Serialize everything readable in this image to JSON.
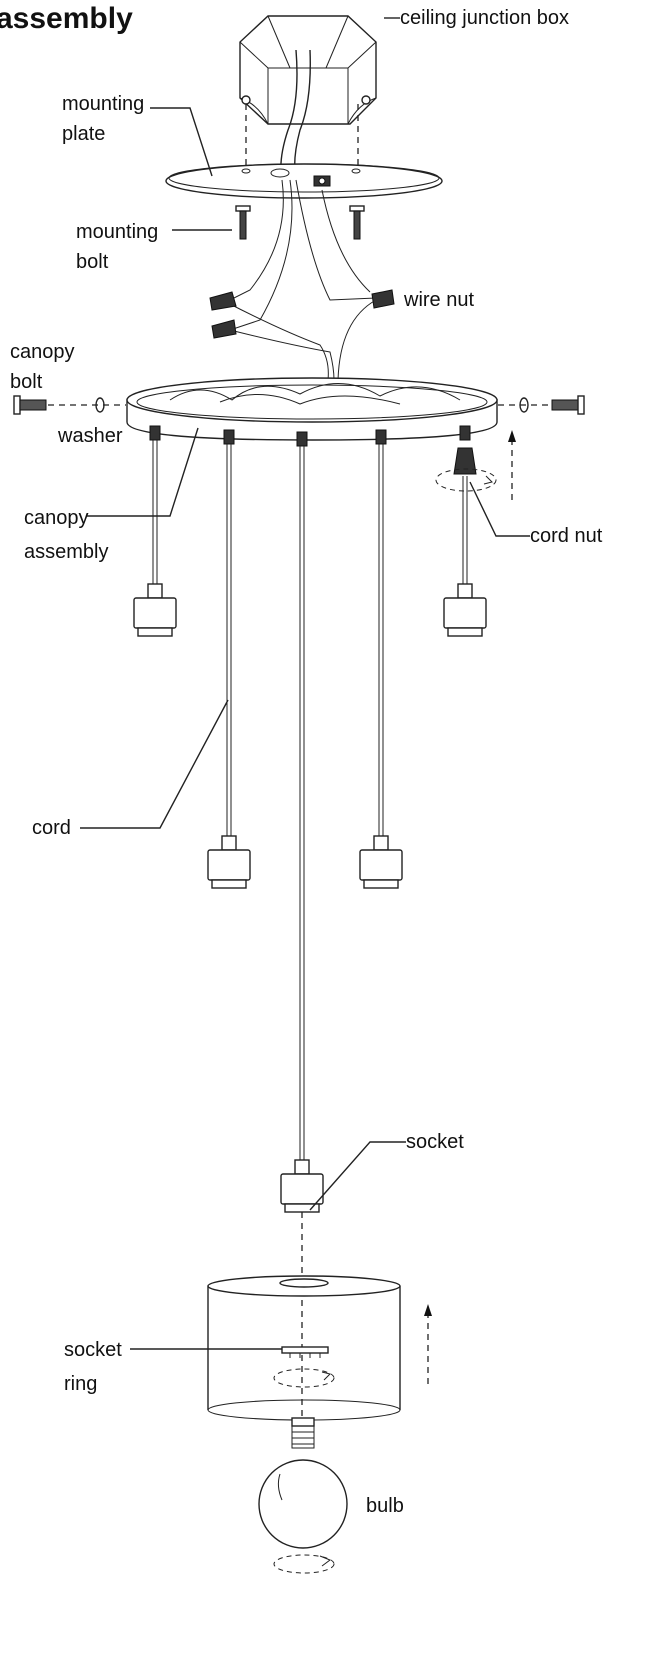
{
  "title": "assembly",
  "labels": {
    "ceiling_junction_box": "ceiling junction box",
    "mounting_plate_1": "mounting",
    "mounting_plate_2": "plate",
    "mounting_bolt_1": "mounting",
    "mounting_bolt_2": "bolt",
    "wire_nut": "wire nut",
    "canopy_bolt_1": "canopy",
    "canopy_bolt_2": "bolt",
    "washer": "washer",
    "canopy_assembly_1": "canopy",
    "canopy_assembly_2": "assembly",
    "cord_nut": "cord nut",
    "cord": "cord",
    "socket": "socket",
    "socket_ring_1": "socket",
    "socket_ring_2": "ring",
    "bulb": "bulb"
  }
}
